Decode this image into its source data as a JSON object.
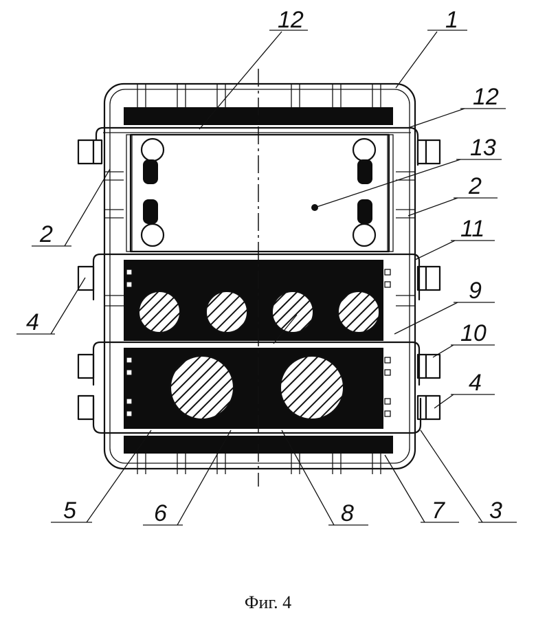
{
  "caption": "Фиг. 4",
  "labels": {
    "l1": "1",
    "l12a": "12",
    "l12b": "12",
    "l13": "13",
    "l2a": "2",
    "l2b": "2",
    "l11": "11",
    "l4a": "4",
    "l4b": "4",
    "l9": "9",
    "l10": "10",
    "l5": "5",
    "l6": "6",
    "l8": "8",
    "l7": "7",
    "l3": "3"
  }
}
